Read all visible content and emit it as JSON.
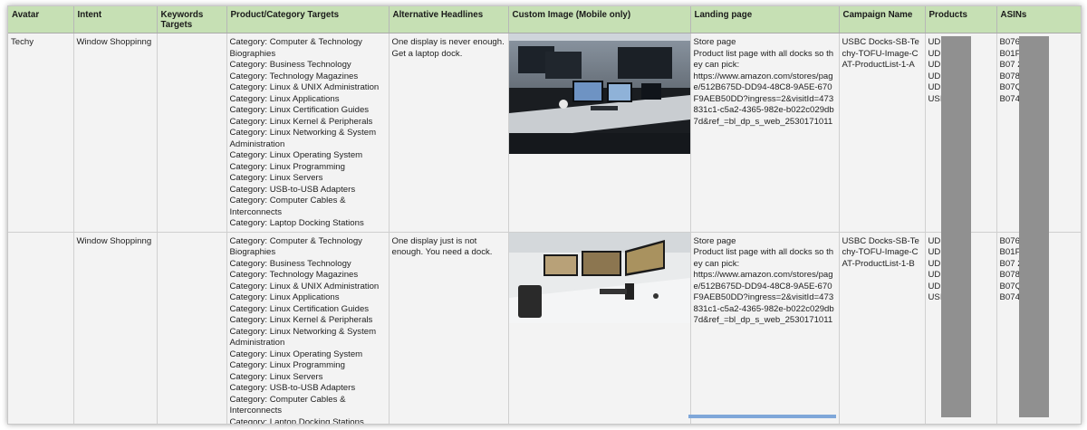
{
  "headers": [
    "Avatar",
    "Intent",
    "Keywords Targets",
    "Product/Category Targets",
    "Alternative Headlines",
    "Custom Image (Mobile only)",
    "Landing page",
    "Campaign Name",
    "Products",
    "ASINs"
  ],
  "rows": [
    {
      "avatar": "Techy",
      "intent": "Window Shoppinng",
      "keywords": "",
      "categories": [
        "Category: Computer & Technology Biographies",
        "Category: Business Technology",
        "Category: Technology Magazines",
        "Category: Linux & UNIX Administration",
        "Category: Linux Applications",
        "Category: Linux Certification Guides",
        "Category: Linux Kernel & Peripherals",
        "Category: Linux Networking & System Administration",
        "Category: Linux Operating System",
        "Category: Linux Programming",
        "Category: Linux Servers",
        "Category: USB-to-USB Adapters",
        "Category: Computer Cables & Interconnects",
        "Category: Laptop Docking Stations"
      ],
      "headline": "One display is never enough. Get a laptop dock.",
      "image_alt": "Office desks with laptop and monitors",
      "landing": [
        "Store page",
        "Product list page with all docks so they can pick:",
        "https://www.amazon.com/stores/page/512B675D-DD94-48C8-9A5E-670F9AEB50DD?ingress=2&visitId=473831c1-c5a2-4365-982e-b022c029db7d&ref_=bl_dp_s_web_2530171011"
      ],
      "campaign": "USBC Docks-SB-Techy-TOFU-Image-CAT-ProductList-1-A",
      "products": [
        "UD",
        "UD K",
        "UD L",
        "UD",
        "UD",
        "USI 101"
      ],
      "asins": [
        "B076 M",
        "B01F S",
        "B07 2",
        "B078 M",
        "B07Q W8",
        "B074 K"
      ]
    },
    {
      "avatar": "",
      "intent": "Window Shoppinng",
      "keywords": "",
      "categories": [
        "Category: Computer & Technology Biographies",
        "Category: Business Technology",
        "Category: Technology Magazines",
        "Category: Linux & UNIX Administration",
        "Category: Linux Applications",
        "Category: Linux Certification Guides",
        "Category: Linux Kernel & Peripherals",
        "Category: Linux Networking & System Administration",
        "Category: Linux Operating System",
        "Category: Linux Programming",
        "Category: Linux Servers",
        "Category: USB-to-USB Adapters",
        "Category: Computer Cables & Interconnects",
        "Category: Laptop Docking Stations"
      ],
      "headline": "One display just is not enough. You need a dock.",
      "image_alt": "Desk with three monitors and docking station",
      "landing": [
        "Store page",
        "Product list page with all docks so they can pick:",
        "https://www.amazon.com/stores/page/512B675D-DD94-48C8-9A5E-670F9AEB50DD?ingress=2&visitId=473831c1-c5a2-4365-982e-b022c029db7d&ref_=bl_dp_s_web_2530171011"
      ],
      "campaign": "USBC Docks-SB-Techy-TOFU-Image-CAT-ProductList-1-B",
      "products": [
        "UD",
        "UD K",
        "UD L",
        "UD",
        "UD",
        "USI 101"
      ],
      "asins": [
        "B076 M",
        "B01F S",
        "B07 2",
        "B078 M",
        "B07Q W8",
        "B074 K"
      ]
    }
  ],
  "colors": {
    "header_bg": "#c6e0b4",
    "cell_bg": "#f3f3f3",
    "redaction": "#909090"
  }
}
